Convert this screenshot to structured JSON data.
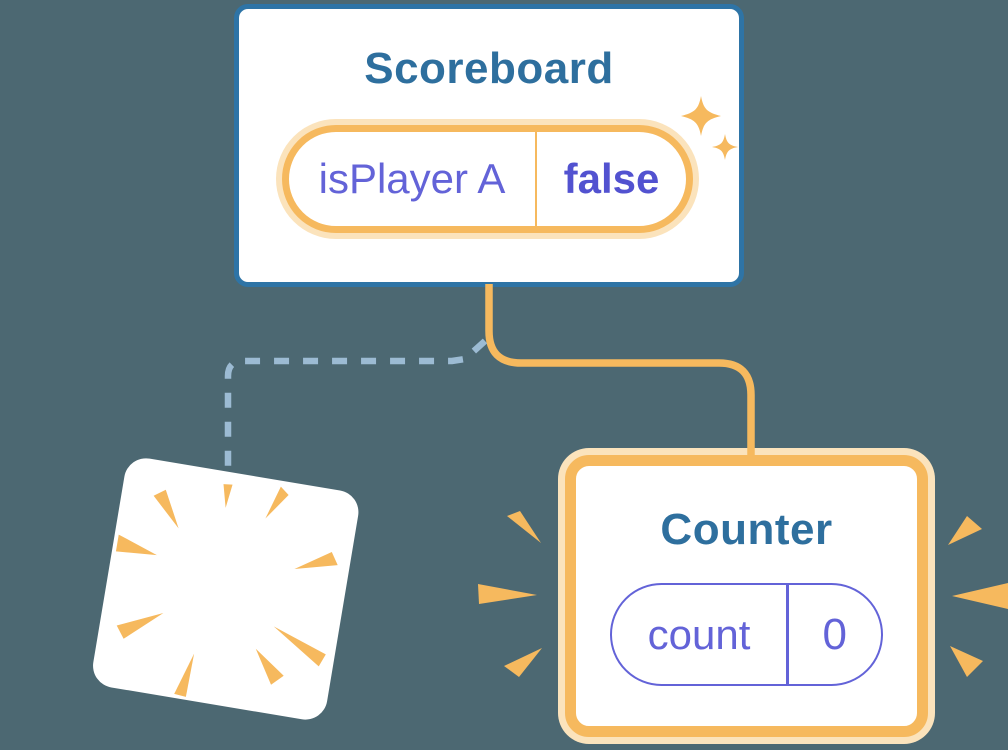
{
  "colors": {
    "background": "#4C6872",
    "card_bg": "#FFFFFF",
    "blue_border": "#2E74A6",
    "title_blue": "#2E6F9E",
    "orange": "#F6B95E",
    "orange_light": "#FBE3BC",
    "purple": "#6363D8",
    "purple_dark": "#5252D0",
    "dashed_blue": "#9CBBD3"
  },
  "scoreboard": {
    "title": "Scoreboard",
    "state": {
      "name": "isPlayer A",
      "value": "false"
    }
  },
  "counter": {
    "title": "Counter",
    "state": {
      "name": "count",
      "value": "0"
    }
  },
  "icons": {
    "sparkle": "✦ four-point star, one large one small",
    "poof_burst": "orange wedges radiating from center of destroyed card",
    "emphasis_rays": "three orange wedge dashes on each side of Counter card"
  }
}
